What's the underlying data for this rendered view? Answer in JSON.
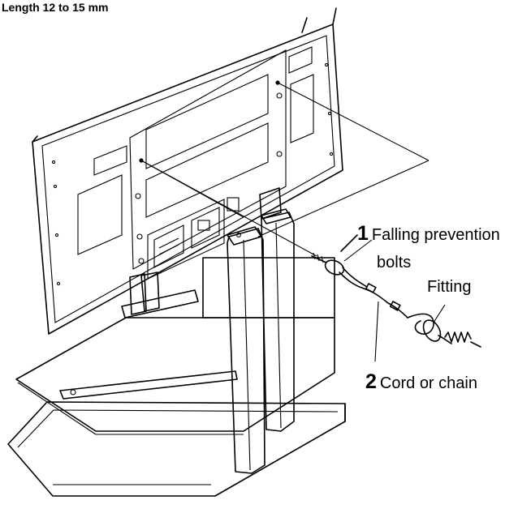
{
  "spec_text": "Length 12 to 15 mm",
  "label_1": {
    "number": "1",
    "line1": "Falling prevention",
    "line2": "bolts"
  },
  "label_fitting": "Fitting",
  "label_2": {
    "number": "2",
    "text": "Cord or chain"
  },
  "colors": {
    "shelf_fill": "#dedede",
    "line": "#000000",
    "background": "#ffffff"
  }
}
